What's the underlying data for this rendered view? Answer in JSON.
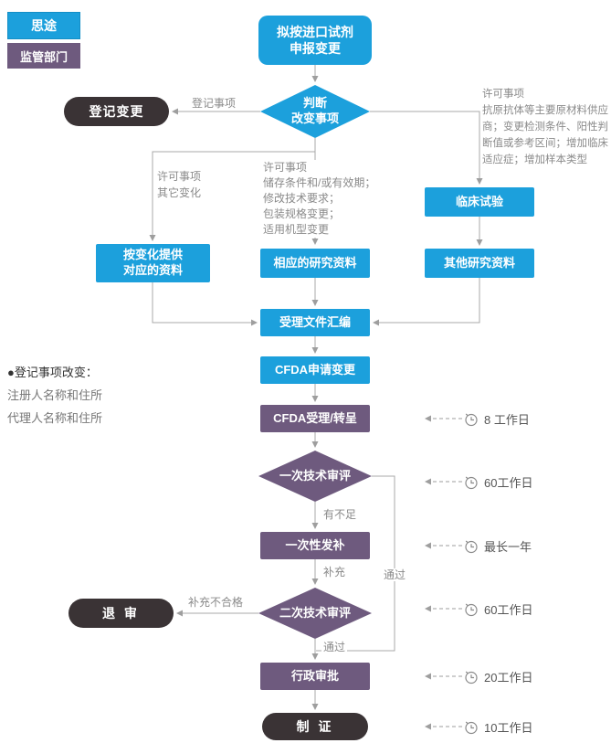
{
  "colors": {
    "blue": "#1CA0DC",
    "purple": "#6E5A7E",
    "dark": "#3A3335",
    "line": "#A8A8A8"
  },
  "legend": {
    "situ": "思途",
    "regulator": "监管部门"
  },
  "nodes": {
    "start_line1": "拟按进口试剂",
    "start_line2": "申报变更",
    "judge_line1": "判断",
    "judge_line2": "改变事项",
    "registration_change": "登记变更",
    "clinical_trial": "临床试验",
    "other_research": "其他研究资料",
    "corresponding_research": "相应的研究资料",
    "provide_line1": "按变化提供",
    "provide_line2": "对应的资料",
    "compile": "受理文件汇编",
    "cfda_apply": "CFDA申请变更",
    "cfda_accept": "CFDA受理/转呈",
    "first_review": "一次技术审评",
    "supplement_notice": "一次性发补",
    "second_review": "二次技术审评",
    "admin_approval": "行政审批",
    "reject": "退 审",
    "certificate": "制 证"
  },
  "edge_labels": {
    "registration_item": "登记事项",
    "insufficient": "有不足",
    "supplement": "补充",
    "pass_bypass": "通过",
    "pass": "通过",
    "supplement_fail": "补充不合格"
  },
  "notes": {
    "left": [
      "许可事项",
      "其它变化"
    ],
    "middle": [
      "许可事项",
      "储存条件和/或有效期；",
      "修改技术要求；",
      "包装规格变更；",
      "适用机型变更"
    ],
    "right": [
      "许可事项",
      "抗原抗体等主要原材料供应",
      "商；变更检测条件、阳性判",
      "断值或参考区间；增加临床",
      "适应症；增加样本类型"
    ],
    "side_title": "●登记事项改变：",
    "side_lines": [
      "注册人名称和住所",
      "代理人名称和住所"
    ]
  },
  "durations": [
    "8 工作日",
    "60工作日",
    "最长一年",
    "60工作日",
    "20工作日",
    "10工作日"
  ]
}
